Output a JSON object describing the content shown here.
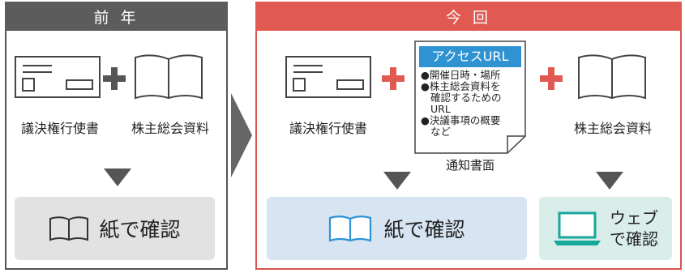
{
  "previous": {
    "header": "前 年",
    "item_voting": "議決権行使書",
    "item_materials": "株主総会資料",
    "result_text": "紙で確認"
  },
  "current": {
    "header": "今 回",
    "item_voting": "議決権行使書",
    "notice": {
      "title": "アクセスURL",
      "bullets": [
        "●開催日時・場所",
        "●株主総会資料を",
        "確認するための",
        "URL",
        "●決議事項の概要",
        "など"
      ],
      "caption": "通知書面"
    },
    "item_materials": "株主総会資料",
    "result_paper": "紙で確認",
    "result_web_line1": "ウェブ",
    "result_web_line2": "で確認"
  },
  "colors": {
    "prev_header": "#5c5c5c",
    "cur_header": "#e05a52",
    "plus": "#e05a52",
    "paper_card": "#d7e4f2",
    "web_card": "#d9eeea",
    "accent_blue": "#2f93d3",
    "accent_teal": "#18a79b"
  }
}
